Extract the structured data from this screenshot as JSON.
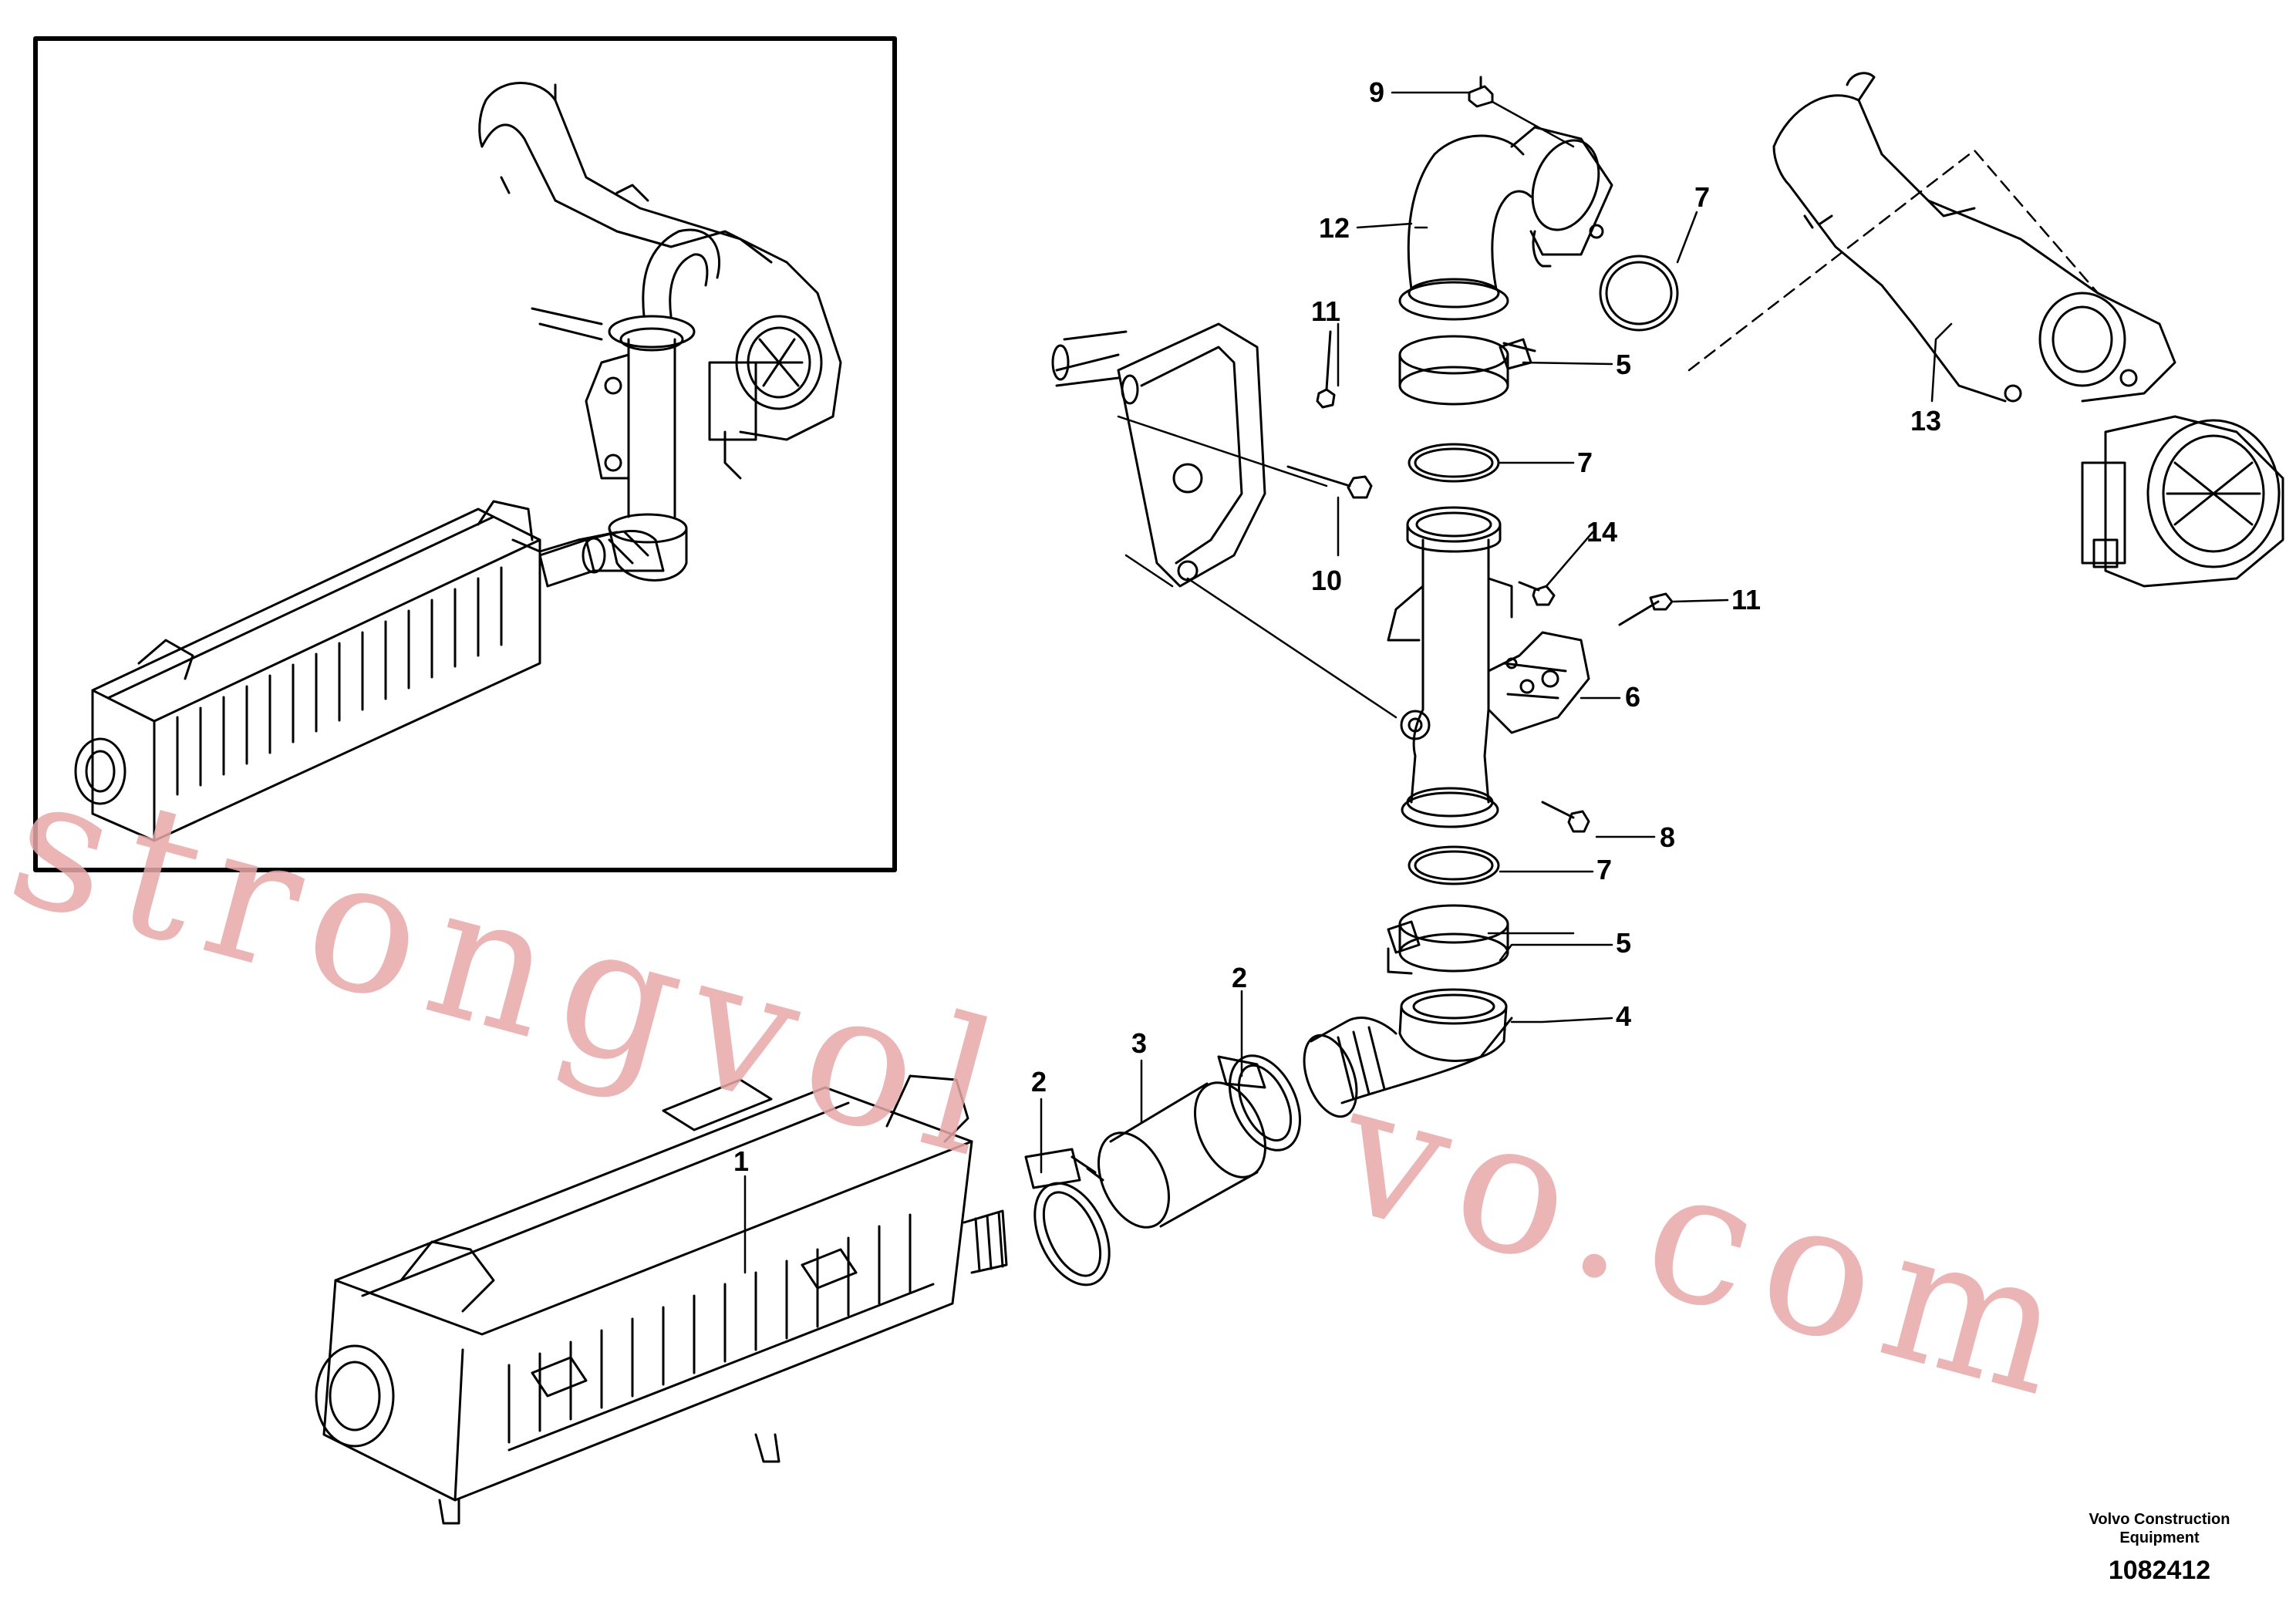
{
  "callouts": {
    "c1": "1",
    "c2a": "2",
    "c2b": "2",
    "c3": "3",
    "c4": "4",
    "c5a": "5",
    "c5b": "5",
    "c6": "6",
    "c7a": "7",
    "c7b": "7",
    "c7c": "7",
    "c8": "8",
    "c9": "9",
    "c10": "10",
    "c11a": "11",
    "c11b": "11",
    "c12": "12",
    "c13": "13",
    "c14": "14"
  },
  "credit": {
    "line1": "Volvo Construction",
    "line2": "Equipment",
    "drawing_number": "1082412"
  },
  "watermark": {
    "line1": "strongvol",
    "line2": "vo.com"
  },
  "colors": {
    "line": "#000000",
    "watermark": "#e8a9a9"
  }
}
